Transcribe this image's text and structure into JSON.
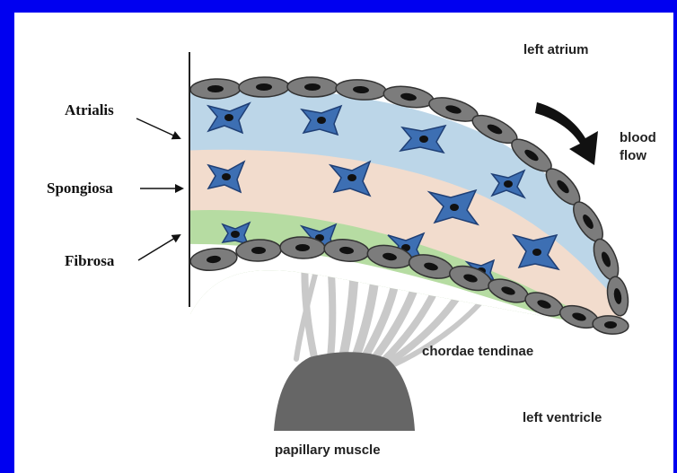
{
  "labels": {
    "atrialis": "Atrialis",
    "spongiosa": "Spongiosa",
    "fibrosa": "Fibrosa",
    "left_atrium": "left atrium",
    "blood_flow_line1": "blood",
    "blood_flow_line2": "flow",
    "chordae_tendinae": "chordae tendinae",
    "left_ventricle": "left ventricle",
    "papillary_muscle": "papillary muscle"
  },
  "colors": {
    "frame": "#0000f0",
    "atrialis_layer": "#bcd6e8",
    "spongiosa_layer": "#f2dccd",
    "fibrosa_layer": "#b6dca2",
    "endothelial_cell": "#7c7c7c",
    "nucleus": "#111111",
    "interstitial_cell": "#3d6fb3",
    "chordae": "#c9c9c9",
    "papillary_muscle": "#666666"
  }
}
